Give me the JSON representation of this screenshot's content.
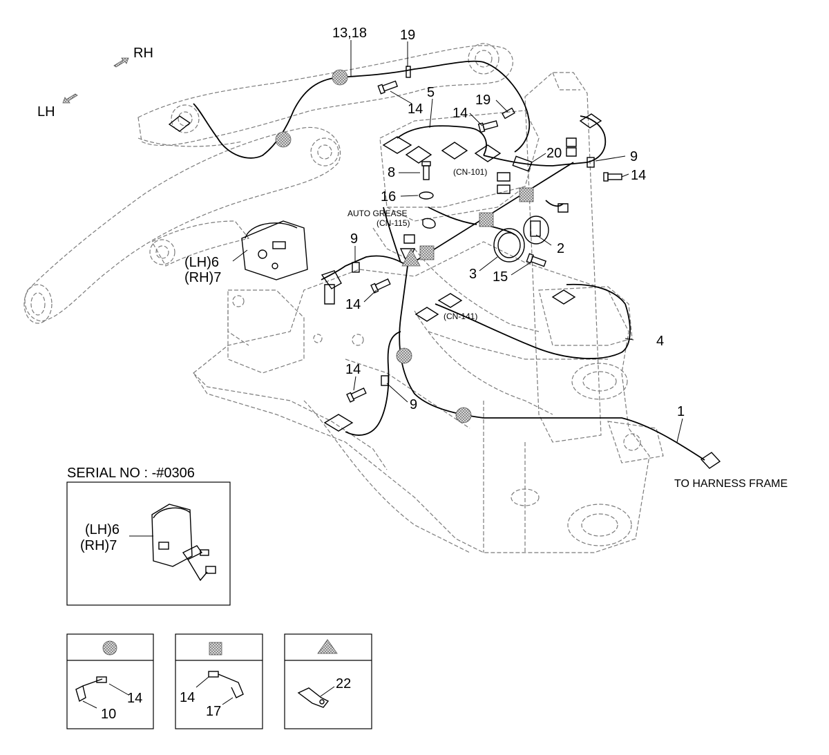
{
  "labels": {
    "rh": "RH",
    "lh": "LH",
    "p13_18": "13,18",
    "p19a": "19",
    "p19b": "19",
    "p14a": "14",
    "p14b": "14",
    "p14c": "14",
    "p14d": "14",
    "p14e": "14",
    "p5": "5",
    "p20": "20",
    "p9a": "9",
    "p9b": "9",
    "p9c": "9",
    "p8": "8",
    "p16": "16",
    "p2": "2",
    "p3": "3",
    "p15": "15",
    "p4": "4",
    "p1": "1",
    "p6_lh": "(LH)6",
    "p7_rh": "(RH)7",
    "cn101": "(CN-101)",
    "auto_grease": "AUTO GREASE",
    "cn115": "(CN-115)",
    "cn141": "(CN-141)",
    "to_harness": "TO HARNESS FRAME"
  },
  "inset": {
    "title": "SERIAL NO : -#0306",
    "p6_lh": "(LH)6",
    "p7_rh": "(RH)7"
  },
  "legend": {
    "circle": {
      "p14": "14",
      "p10": "10"
    },
    "square": {
      "p14": "14",
      "p17": "17"
    },
    "triangle": {
      "p22": "22"
    }
  }
}
